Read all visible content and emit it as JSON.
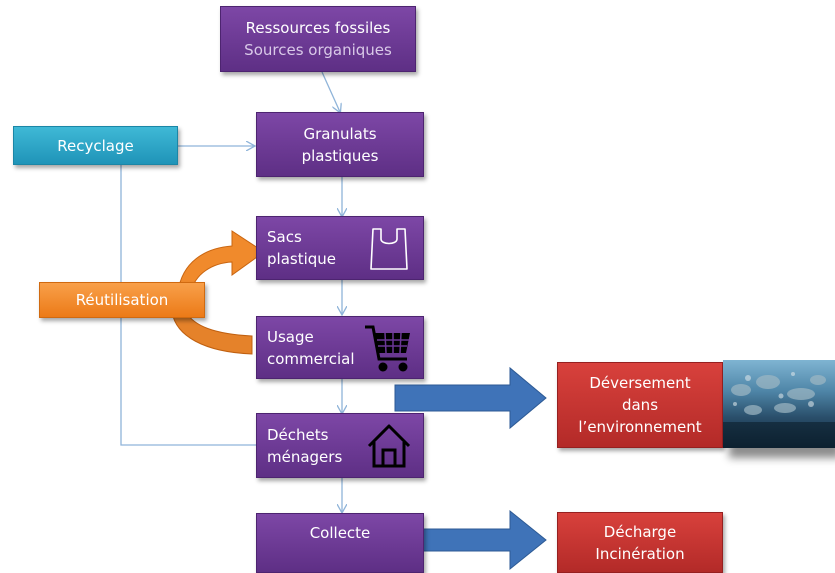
{
  "nodes": {
    "ressources_line1": "Ressources fossiles",
    "ressources_line2": "Sources organiques",
    "granulats_line1": "Granulats",
    "granulats_line2": "plastiques",
    "recyclage": "Recyclage",
    "sacs_line1": "Sacs",
    "sacs_line2": "plastique",
    "reutilisation": "Réutilisation",
    "usage_line1": "Usage",
    "usage_line2": "commercial",
    "dechets_line1": "Déchets",
    "dechets_line2": "ménagers",
    "collecte": "Collecte",
    "deversement_line1": "Déversement",
    "deversement_line2": "dans",
    "deversement_line3": "l’environnement",
    "decharge_line1": "Décharge",
    "decharge_line2": "Incinération"
  },
  "colors": {
    "purple": "#6a3795",
    "teal": "#2aa8c9",
    "orange": "#f08a2c",
    "red": "#c0332f",
    "connector": "#8fb4d9",
    "big_arrow": "#3f73b8"
  },
  "icons": [
    "plastic-bag-icon",
    "shopping-cart-icon",
    "house-icon"
  ]
}
